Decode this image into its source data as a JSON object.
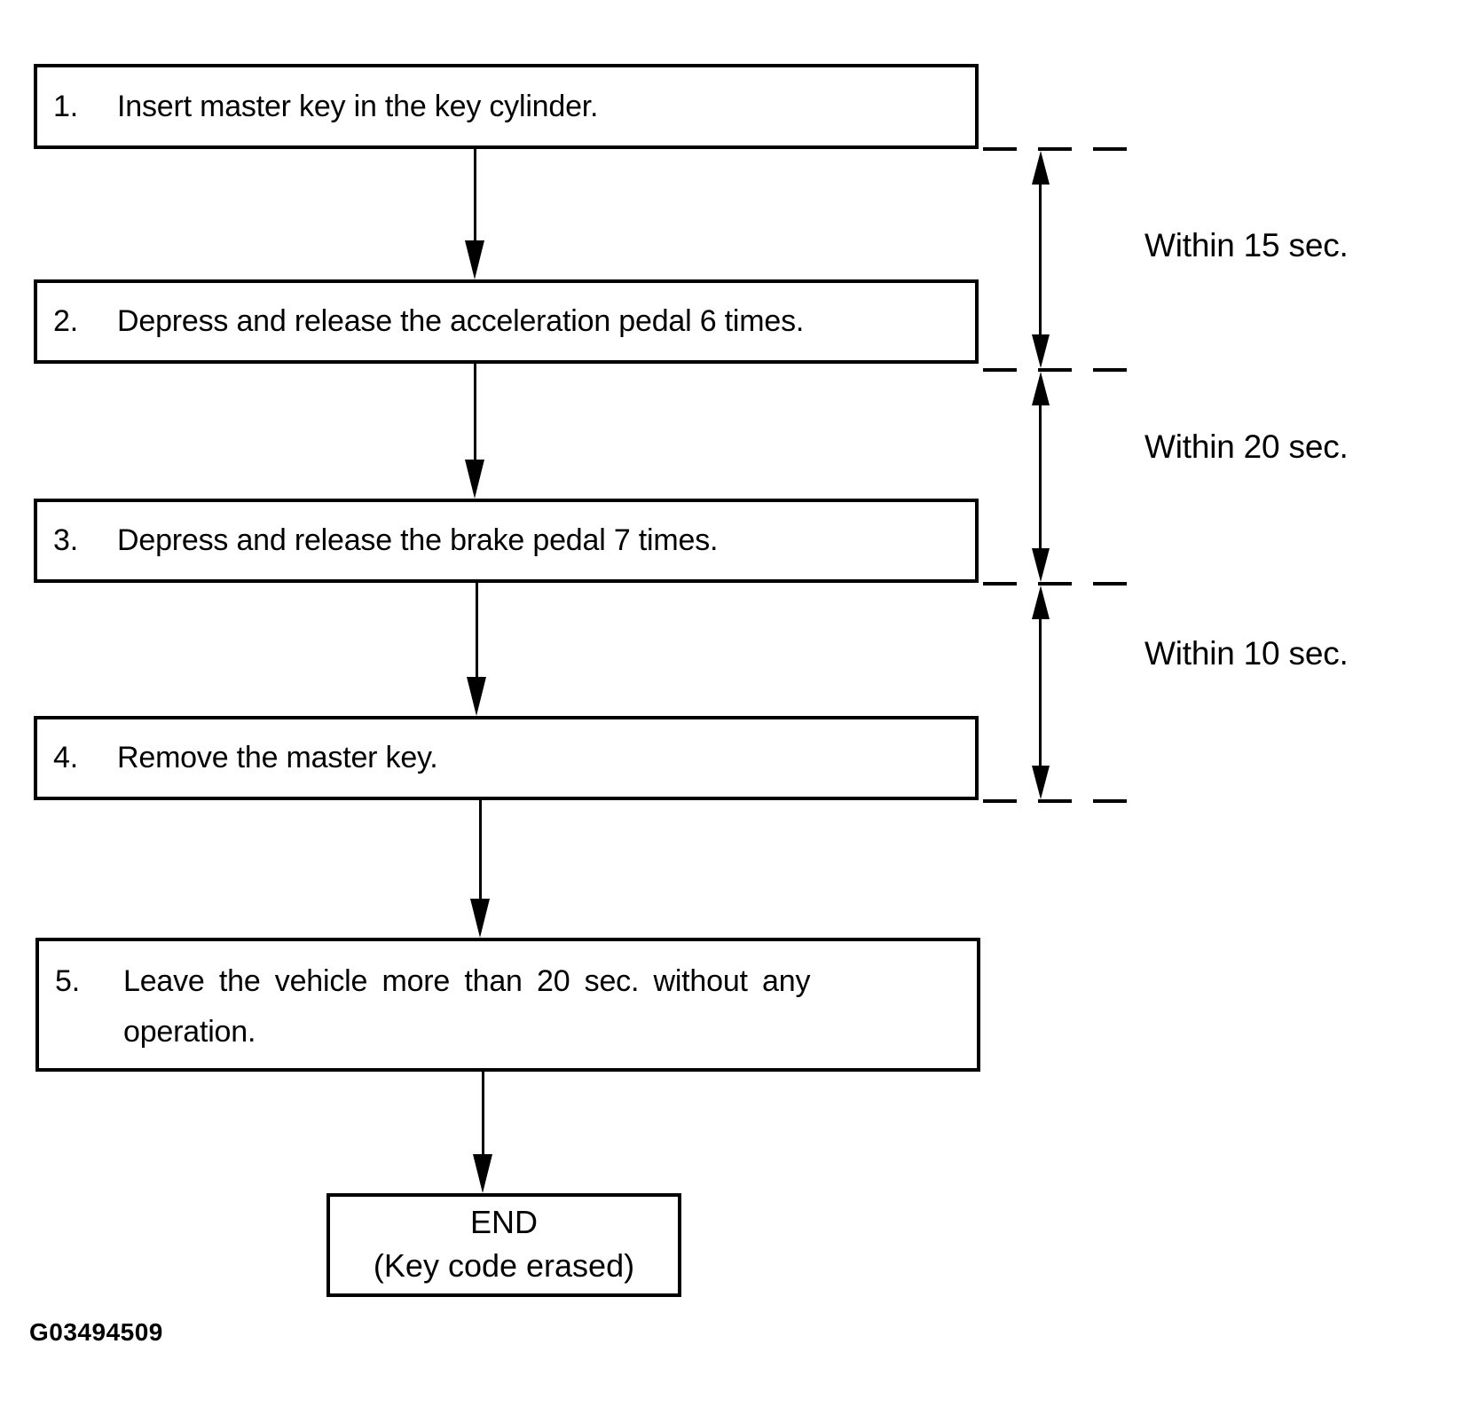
{
  "figure_code": "G03494509",
  "flowchart": {
    "steps": [
      {
        "number": "1.",
        "text": "Insert master key in the key cylinder."
      },
      {
        "number": "2.",
        "text": "Depress and release the acceleration pedal 6 times."
      },
      {
        "number": "3.",
        "text": "Depress and release the brake pedal 7 times."
      },
      {
        "number": "4.",
        "text": "Remove the master key."
      },
      {
        "number": "5.",
        "text": "Leave the vehicle more than 20 sec. without any",
        "text_continued": "operation."
      }
    ],
    "end_box": {
      "line1": "END",
      "line2": "(Key code erased)"
    },
    "timing_labels": [
      "Within 15 sec.",
      "Within 20 sec.",
      "Within 10 sec."
    ]
  },
  "colors": {
    "ink": "#000000",
    "paper": "#ffffff"
  }
}
